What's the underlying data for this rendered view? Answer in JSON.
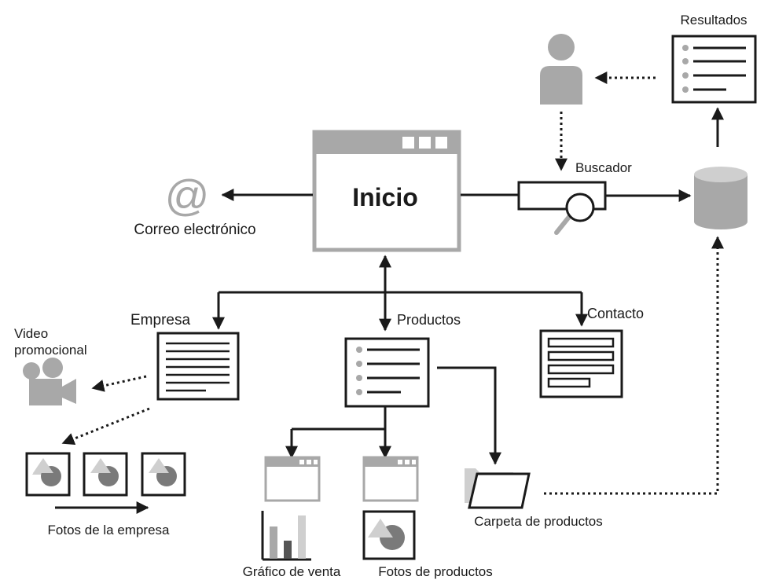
{
  "labels": {
    "inicio": "Inicio",
    "correo": "Correo electrónico",
    "at_sign": "@",
    "buscador": "Buscador",
    "resultados": "Resultados",
    "empresa": "Empresa",
    "productos": "Productos",
    "contacto": "Contacto",
    "video_line1": "Video",
    "video_line2": "promocional",
    "fotos_empresa": "Fotos de la empresa",
    "grafico_venta": "Gráfico de venta",
    "fotos_productos": "Fotos de productos",
    "carpeta_productos": "Carpeta de productos"
  },
  "colors": {
    "ink": "#1a1a1a",
    "gray": "#a8a8a8",
    "light_gray": "#cfcfcf",
    "dark_gray": "#555555"
  }
}
